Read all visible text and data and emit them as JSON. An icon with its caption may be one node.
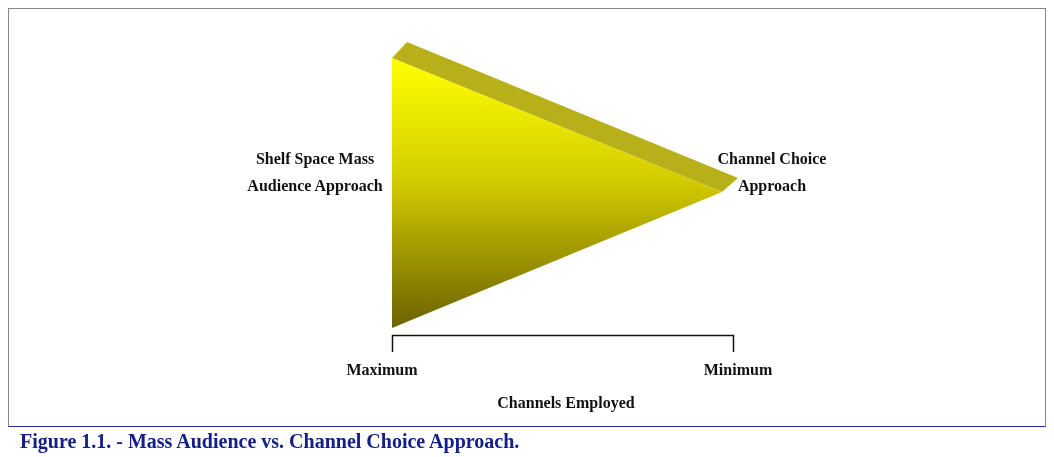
{
  "diagram": {
    "caption": "Figure 1.1. - Mass Audience vs. Channel Choice Approach.",
    "labels": [
      "Shelf Space Mass Audience Approach",
      "Channel Choice Approach",
      "Maximum",
      "Minimum",
      "Channels Employed"
    ]
  }
}
